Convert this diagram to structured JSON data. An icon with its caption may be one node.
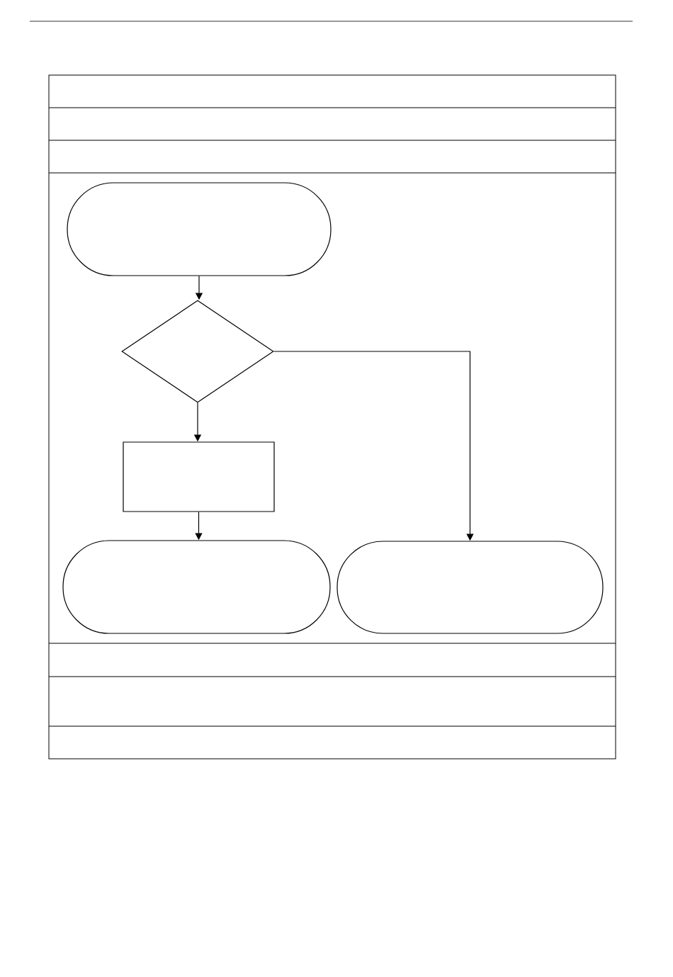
{
  "diagram": {
    "nodes": [
      {
        "text": [],
        "shape": "stadium"
      },
      {
        "text": [],
        "shape": "diamond"
      },
      {
        "text": [],
        "shape": "box"
      },
      {
        "text": [],
        "shape": "stadium"
      },
      {
        "text": [],
        "shape": "stadium"
      }
    ],
    "edges": [
      {
        "from": 0,
        "to": 1,
        "arrow": "to"
      },
      {
        "from": 1,
        "to": 2,
        "arrow": "to"
      },
      {
        "from": 1,
        "to": 4,
        "arrow": "to"
      },
      {
        "from": 2,
        "to": 3,
        "arrow": "to"
      }
    ]
  }
}
